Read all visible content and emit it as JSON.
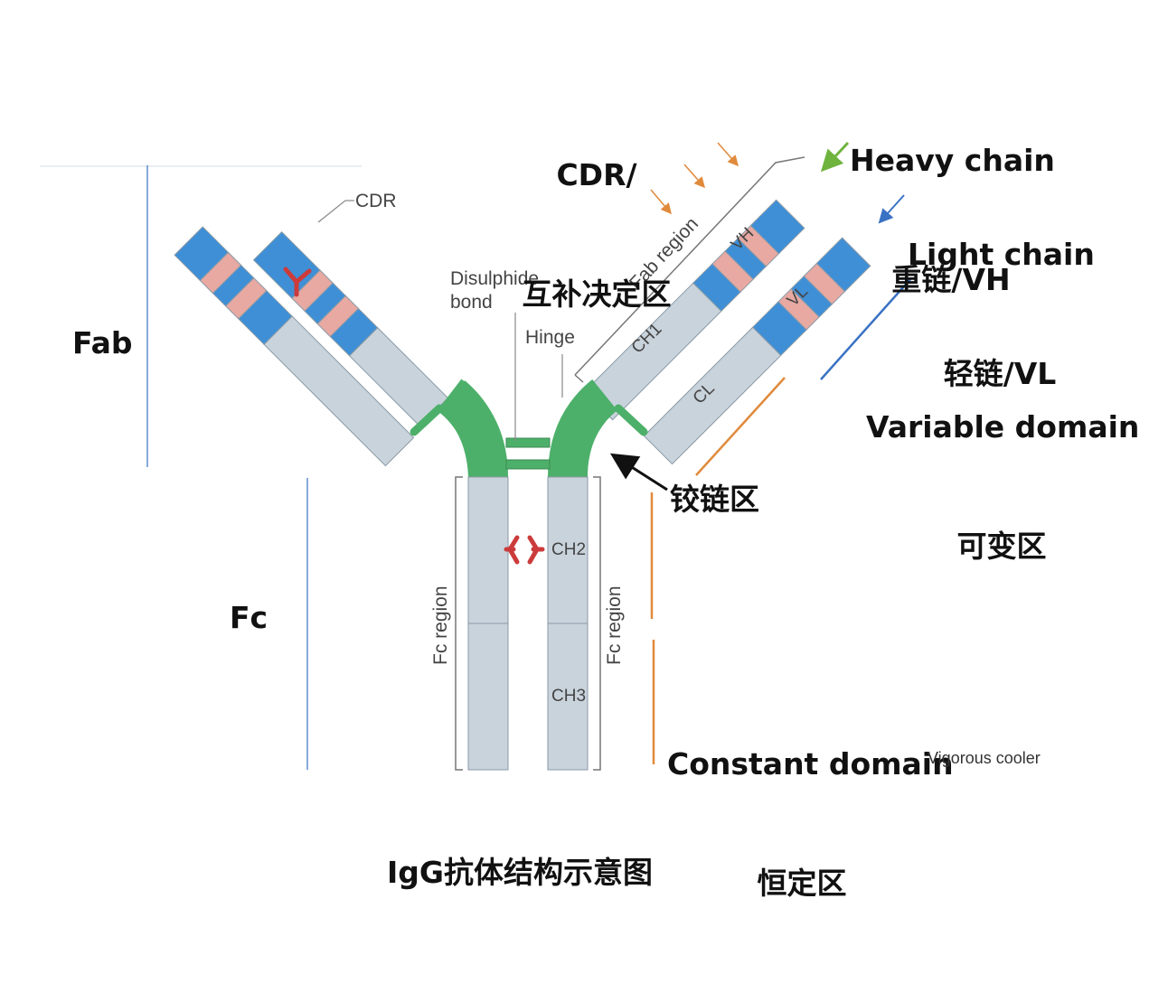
{
  "labels": {
    "cdr_line1": "CDR/",
    "cdr_line2": "互补决定区",
    "heavy_line1": "Heavy chain",
    "heavy_line2": "重链/VH",
    "light_line1": "Light chain",
    "light_line2": "轻链/VL",
    "fab": "Fab",
    "fc": "Fc",
    "variable_line1": "Variable domain",
    "variable_line2": "可变区",
    "hinge_cn": "铰链区",
    "constant_line1": "Constant domain",
    "constant_line2": "恒定区",
    "watermark": "Vigorous cooler",
    "caption": "IgG抗体结构示意图"
  },
  "figure": {
    "cdr": "CDR",
    "disulphide_line1": "Disulphide",
    "disulphide_line2": "bond",
    "hinge": "Hinge",
    "fab_region": "Fab region",
    "fc_region": "Fc region",
    "vh": "VH",
    "vl": "VL",
    "ch1": "CH1",
    "cl": "CL",
    "ch2": "CH2",
    "ch3": "CH3"
  },
  "colors": {
    "blue_segment": "#3f8fd6",
    "pink_segment": "#e7a9a2",
    "grey_segment": "#c9d3dc",
    "hinge_green": "#4db06a",
    "glycan_red": "#cc3b3b",
    "orange": "#e08a3c",
    "green_arrow": "#6fb33f",
    "blue_line": "#3a72c4"
  }
}
